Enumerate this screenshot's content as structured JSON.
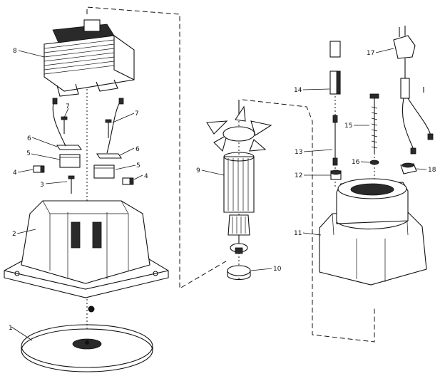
{
  "diagram": {
    "callouts": [
      "1",
      "2",
      "3",
      "4",
      "4",
      "5",
      "5",
      "6",
      "6",
      "7",
      "7",
      "8",
      "9",
      "10",
      "11",
      "12",
      "13",
      "14",
      "15",
      "16",
      "17",
      "18"
    ]
  }
}
